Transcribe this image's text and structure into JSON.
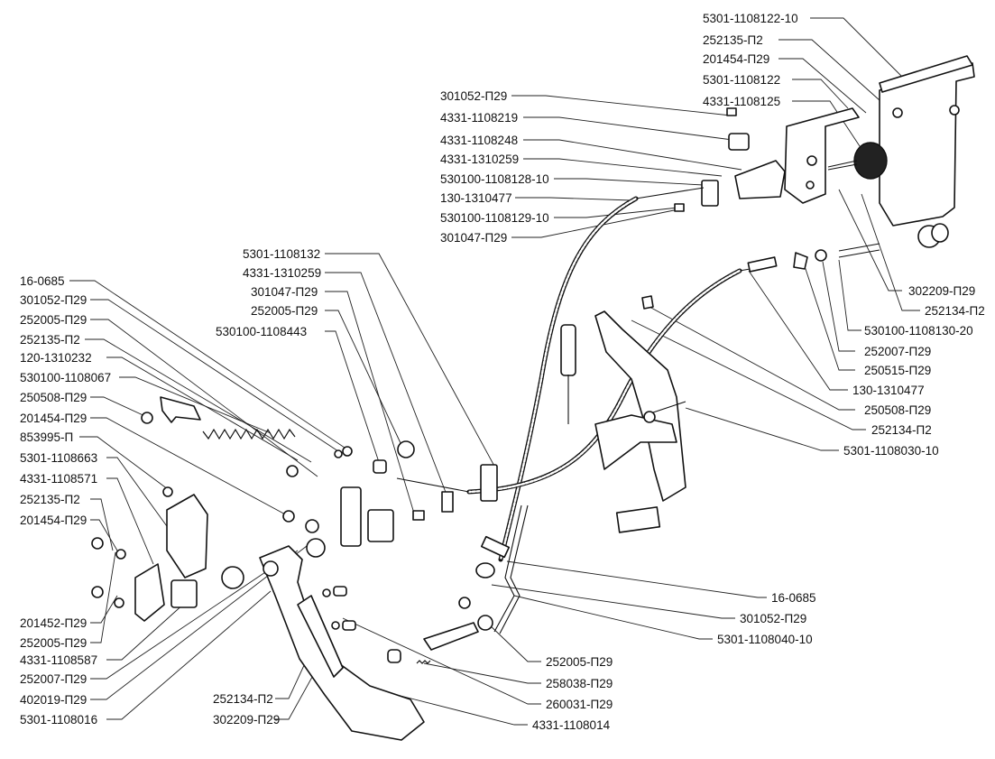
{
  "labels": [
    "5301-1108122-10",
    "252135-П2",
    "201454-П29",
    "5301-1108122",
    "4331-1108125",
    "301052-П29",
    "4331-1108219",
    "4331-1108248",
    "4331-1310259",
    "530100-1108128-10",
    "130-1310477",
    "530100-1108129-10",
    "301047-П29",
    "302209-П29",
    "252134-П2",
    "530100-1108130-20",
    "252007-П29",
    "250515-П29",
    "130-1310477",
    "250508-П29",
    "252134-П2",
    "5301-1108030-10",
    "5301-1108132",
    "4331-1310259",
    "301047-П29",
    "252005-П29",
    "530100-1108443",
    "16-0685",
    "301052-П29",
    "252005-П29",
    "252135-П2",
    "120-1310232",
    "530100-1108067",
    "250508-П29",
    "201454-П29",
    "853995-П",
    "5301-1108663",
    "4331-1108571",
    "252135-П2",
    "201454-П29",
    "201452-П29",
    "252005-П29",
    "4331-1108587",
    "252007-П29",
    "402019-П29",
    "5301-1108016",
    "252134-П2",
    "302209-П29",
    "16-0685",
    "301052-П29",
    "5301-1108040-10",
    "252005-П29",
    "258038-П29",
    "260031-П29",
    "4331-1108014"
  ]
}
